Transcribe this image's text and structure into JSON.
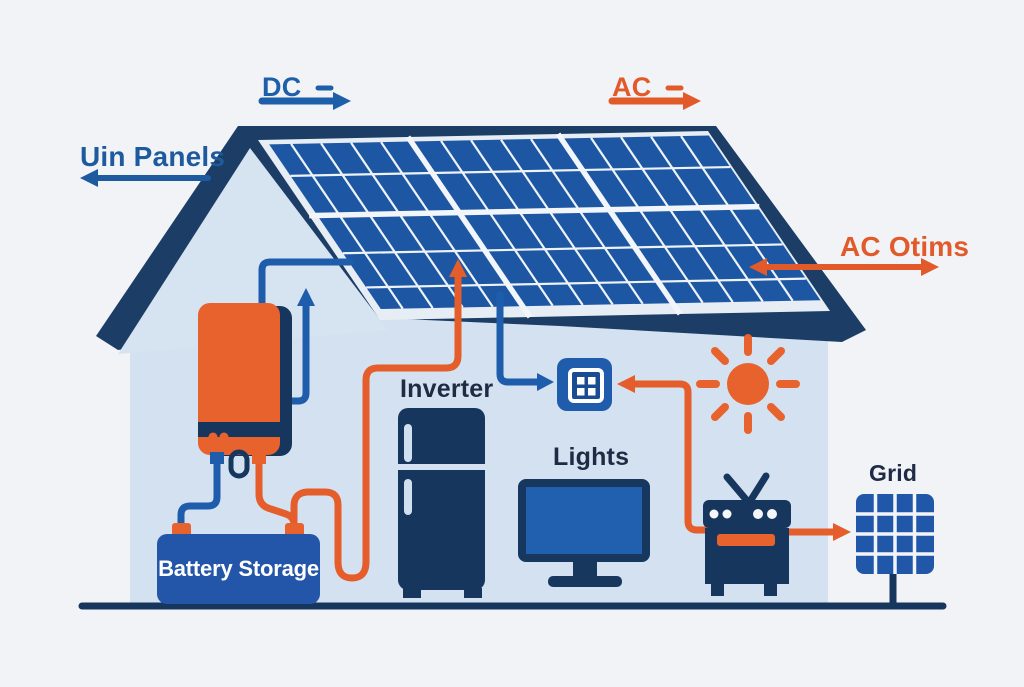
{
  "diagram": {
    "type": "solar-home-energy-flow",
    "labels": {
      "dc": "DC",
      "ac": "AC",
      "uin_panels": "Uin Panels",
      "ac_otims": "AC Otims",
      "inverter": "Inverter",
      "lights": "Lights",
      "grid": "Grid",
      "battery_storage": "Battery Storage"
    },
    "icons": [
      "solar-panel-icon",
      "house-icon",
      "roof-icon",
      "wall-inverter-unit-icon",
      "battery-icon",
      "refrigerator-icon",
      "monitor-icon",
      "outlet-junction-icon",
      "sun-icon",
      "stove-icon",
      "grid-icon",
      "ground-line"
    ],
    "colors": {
      "background": "#f2f3f6",
      "wall_light_blue": "#d4e1f0",
      "roof_navy": "#1b3d66",
      "icon_navy": "#16365e",
      "panel_blue": "#1d57a4",
      "wire_blue": "#1e5dab",
      "wire_orange": "#e55d2b",
      "battery_blue": "#2356a8",
      "junction_blue": "#1f5cab",
      "text_dark": "#1f2a44",
      "text_blue": "#1d5fa8",
      "text_orange": "#e2592a",
      "label_white": "#ffffff"
    }
  }
}
